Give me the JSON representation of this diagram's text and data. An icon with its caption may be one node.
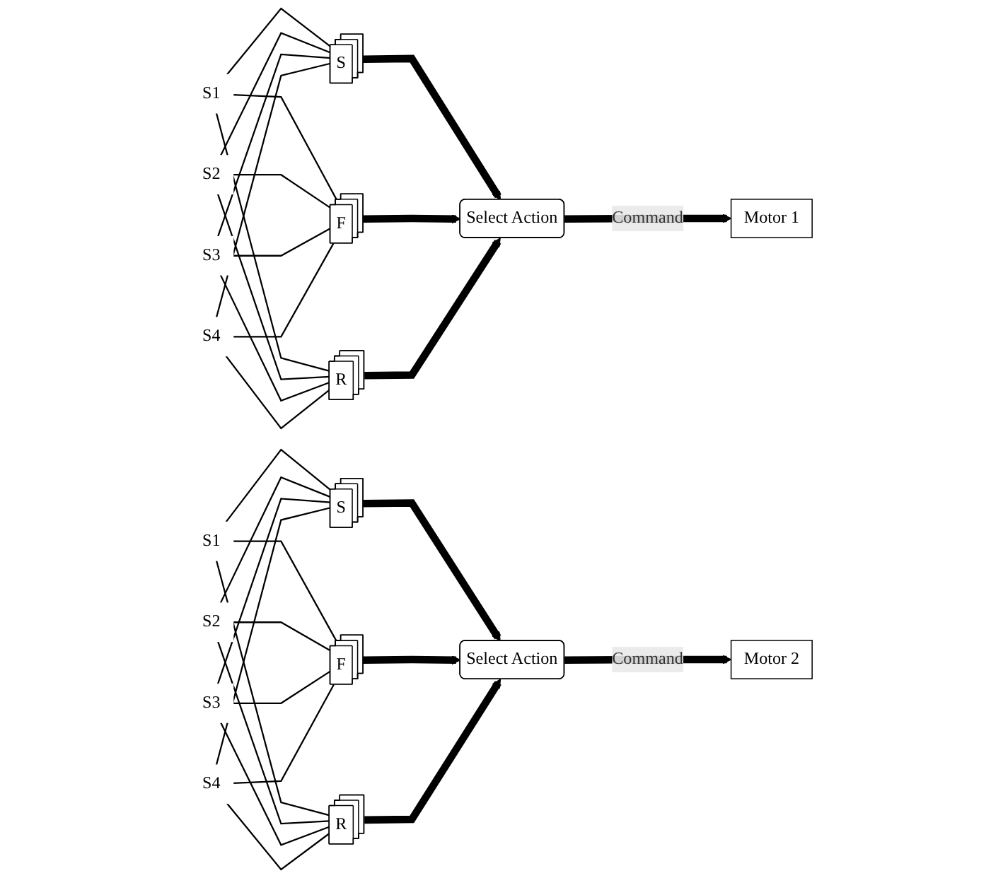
{
  "diagram": {
    "nodes": [
      {
        "text": [
          "S1"
        ]
      },
      {
        "text": [
          "S2"
        ]
      },
      {
        "text": [
          "S3"
        ]
      },
      {
        "text": [
          "S4"
        ]
      },
      {
        "text": [
          "S"
        ]
      },
      {
        "text": [
          "F"
        ]
      },
      {
        "text": [
          "R"
        ]
      },
      {
        "text": [
          "Select Action"
        ]
      },
      {
        "text": [
          "Motor 1"
        ]
      },
      {
        "text": [
          "S1"
        ]
      },
      {
        "text": [
          "S2"
        ]
      },
      {
        "text": [
          "S3"
        ]
      },
      {
        "text": [
          "S4"
        ]
      },
      {
        "text": [
          "S"
        ]
      },
      {
        "text": [
          "F"
        ]
      },
      {
        "text": [
          "R"
        ]
      },
      {
        "text": [
          "Select Action"
        ]
      },
      {
        "text": [
          "Motor 2"
        ]
      }
    ],
    "edges": [
      {
        "from": 0,
        "to": 4,
        "arrow": "none"
      },
      {
        "from": 0,
        "to": 5,
        "arrow": "none"
      },
      {
        "from": 0,
        "to": 6,
        "arrow": "none"
      },
      {
        "from": 1,
        "to": 4,
        "arrow": "none"
      },
      {
        "from": 1,
        "to": 5,
        "arrow": "none"
      },
      {
        "from": 1,
        "to": 6,
        "arrow": "none"
      },
      {
        "from": 2,
        "to": 4,
        "arrow": "none"
      },
      {
        "from": 2,
        "to": 5,
        "arrow": "none"
      },
      {
        "from": 2,
        "to": 6,
        "arrow": "none"
      },
      {
        "from": 3,
        "to": 4,
        "arrow": "none"
      },
      {
        "from": 3,
        "to": 5,
        "arrow": "none"
      },
      {
        "from": 3,
        "to": 6,
        "arrow": "none"
      },
      {
        "from": 4,
        "to": 7,
        "arrow": "to",
        "style": "thick"
      },
      {
        "from": 5,
        "to": 7,
        "arrow": "to",
        "style": "thick"
      },
      {
        "from": 6,
        "to": 7,
        "arrow": "to",
        "style": "thick"
      },
      {
        "from": 7,
        "to": 8,
        "arrow": "to",
        "style": "thick",
        "label": "Command"
      },
      {
        "from": 9,
        "to": 13,
        "arrow": "none"
      },
      {
        "from": 9,
        "to": 14,
        "arrow": "none"
      },
      {
        "from": 9,
        "to": 15,
        "arrow": "none"
      },
      {
        "from": 10,
        "to": 13,
        "arrow": "none"
      },
      {
        "from": 10,
        "to": 14,
        "arrow": "none"
      },
      {
        "from": 10,
        "to": 15,
        "arrow": "none"
      },
      {
        "from": 11,
        "to": 13,
        "arrow": "none"
      },
      {
        "from": 11,
        "to": 14,
        "arrow": "none"
      },
      {
        "from": 11,
        "to": 15,
        "arrow": "none"
      },
      {
        "from": 12,
        "to": 13,
        "arrow": "none"
      },
      {
        "from": 12,
        "to": 14,
        "arrow": "none"
      },
      {
        "from": 12,
        "to": 15,
        "arrow": "none"
      },
      {
        "from": 13,
        "to": 16,
        "arrow": "to",
        "style": "thick"
      },
      {
        "from": 14,
        "to": 16,
        "arrow": "to",
        "style": "thick"
      },
      {
        "from": 15,
        "to": 16,
        "arrow": "to",
        "style": "thick"
      },
      {
        "from": 16,
        "to": 17,
        "arrow": "to",
        "style": "thick",
        "label": "Command"
      }
    ]
  }
}
